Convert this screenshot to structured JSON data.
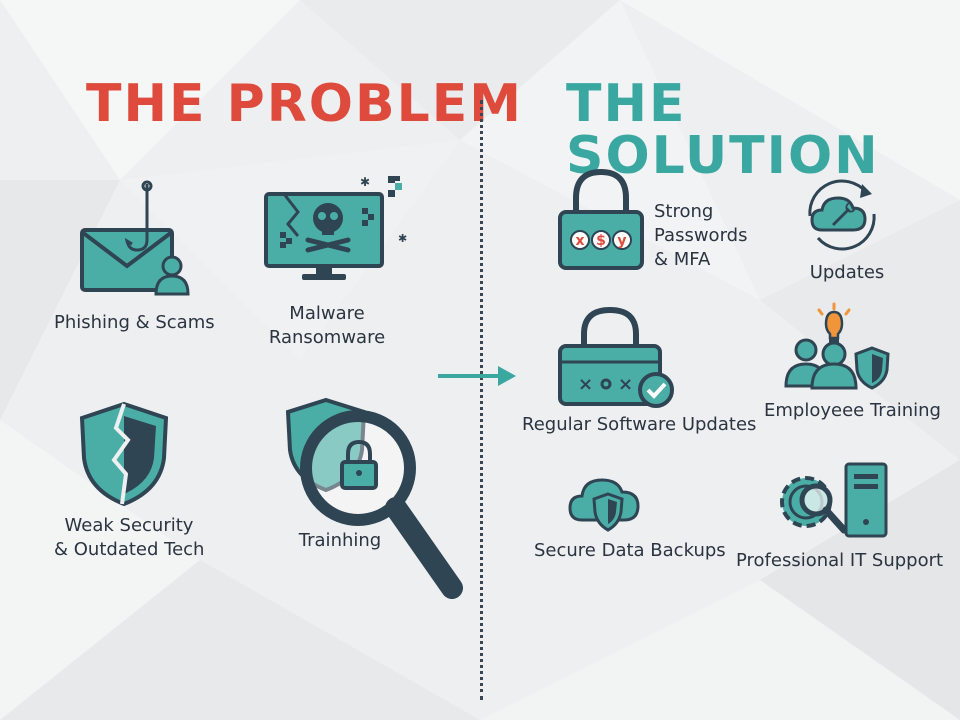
{
  "colors": {
    "problem": "#de4a3c",
    "solution": "#3aa8a1",
    "teal": "#4aaea7",
    "dark": "#2f4554",
    "accent": "#f0953a"
  },
  "problem": {
    "title": "THE PROBLEM",
    "items": [
      {
        "icon": "phishing-hook-envelope-icon",
        "label": "Phishing & Scams"
      },
      {
        "icon": "malware-skull-monitor-icon",
        "label_line1": "Malware",
        "label_line2": "Ransomware"
      },
      {
        "icon": "broken-shield-icon",
        "label_line1": "Weak Security",
        "label_line2": "& Outdated Tech"
      },
      {
        "icon": "magnifier-lock-icon",
        "label": "Trainhing"
      }
    ]
  },
  "solution": {
    "title": "THE SOLUTION",
    "items": [
      {
        "icon": "password-padlock-icon",
        "label_line1": "Strong",
        "label_line2": "Passwords",
        "label_line3": "& MFA",
        "padlock_chars": [
          "x",
          "$",
          "y"
        ]
      },
      {
        "icon": "cloud-wrench-update-icon",
        "label": "Updates"
      },
      {
        "icon": "padlock-check-icon",
        "label": "Regular Software Updates"
      },
      {
        "icon": "people-lightbulb-shield-icon",
        "label": "Employeee Training"
      },
      {
        "icon": "cloud-shield-icon",
        "label": "Secure Data Backups"
      },
      {
        "icon": "gear-magnifier-server-icon",
        "label": "Professional IT Support"
      }
    ]
  },
  "connector_icon": "arrow-right-icon"
}
